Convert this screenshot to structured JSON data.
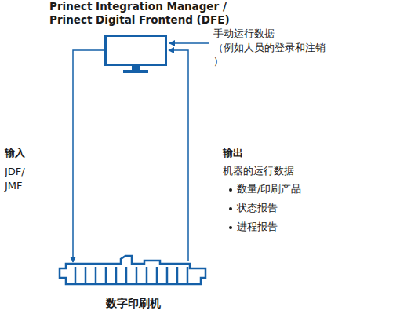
{
  "diagram": {
    "nodes": [
      {
        "text": [
          "Prinect Integration Manager / Prinect Digital Frontend (DFE)"
        ]
      },
      {
        "text": [
          "数字印刷机"
        ]
      }
    ],
    "edges": [
      {
        "from": 0,
        "to": 1,
        "arrow": "to"
      },
      {
        "from": 1,
        "to": 0,
        "arrow": "to"
      }
    ],
    "labels": [
      "手动运行数据 （例如人员的登录和注销 ）",
      "输入",
      "JDF/ JMF",
      "输出",
      "机器的运行数据",
      "数量/印刷产品",
      "状态报告",
      "进程报告"
    ]
  }
}
